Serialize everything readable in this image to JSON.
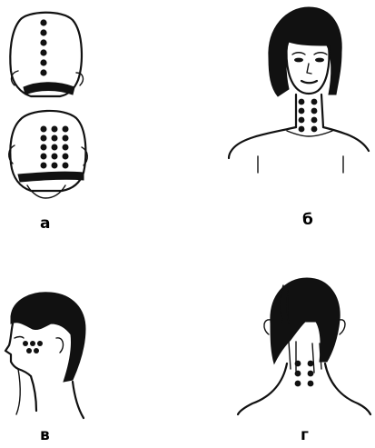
{
  "panels": [
    {
      "id": "a",
      "label": "а"
    },
    {
      "id": "b",
      "label": "б"
    },
    {
      "id": "v",
      "label": "в"
    },
    {
      "id": "g",
      "label": "г"
    }
  ],
  "colors": {
    "ink": "#111111",
    "background": "#ffffff",
    "dots": "#111111"
  }
}
